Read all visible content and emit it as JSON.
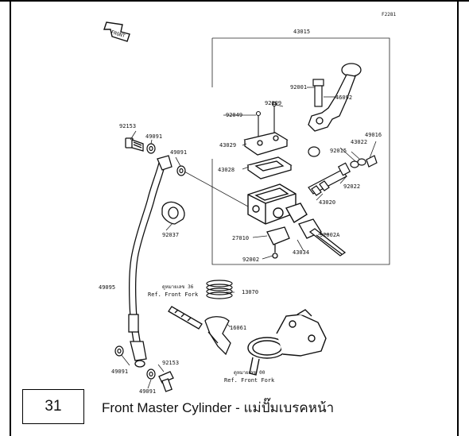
{
  "figure_code": "F2281",
  "front_mark": "FRONT",
  "parts": {
    "p43015": "43015",
    "p92001": "92001",
    "p46092": "46092",
    "p92049": "92049",
    "p92009": "92009",
    "p43029": "43029",
    "p43028": "43028",
    "p49016": "49016",
    "p43022": "43022",
    "p92015": "92015",
    "p92022": "92022",
    "p43020": "43020",
    "p92153a": "92153",
    "p49091a": "49091",
    "p49091b": "49091",
    "p92037": "92037",
    "p27010": "27010",
    "p92002a": "92002A",
    "p43034": "43034",
    "p92002": "92002",
    "p49095": "49095",
    "p13070": "13070",
    "p16061": "16061",
    "p49091c": "49091",
    "p92153b": "92153",
    "p49091d": "49091"
  },
  "refs": {
    "fork_a_thai": "ดูหมายเลข 36",
    "fork_a": "Ref. Front Fork",
    "fork_b_thai": "ดูหมายเลข 00",
    "fork_b": "Ref. Front Fork"
  },
  "caption": {
    "number": "31",
    "title": "Front Master Cylinder - แม่ปั๊มเบรคหน้า"
  }
}
